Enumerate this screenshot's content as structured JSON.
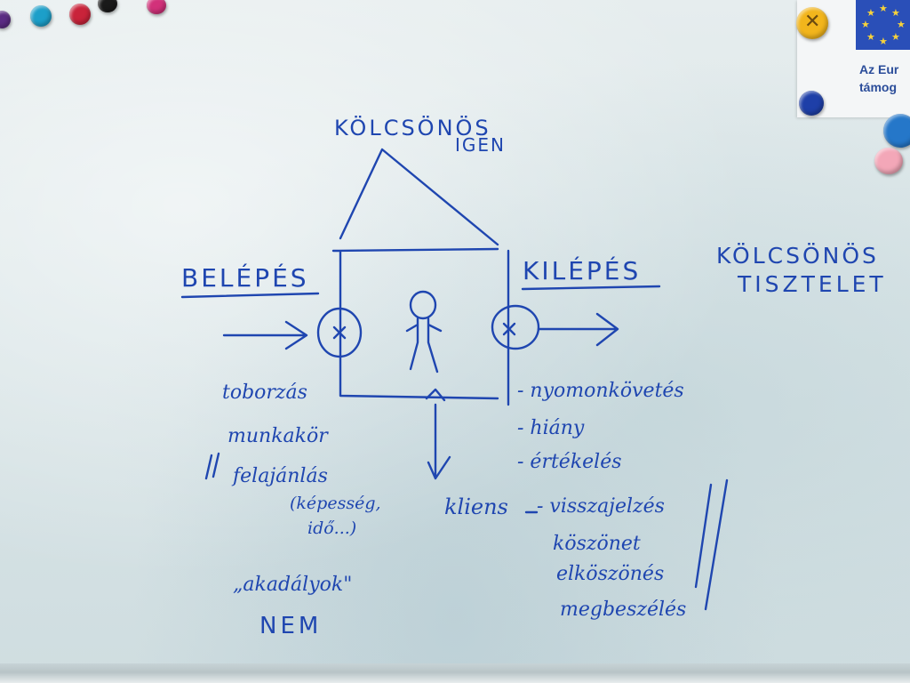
{
  "board": {
    "sign_text": "Az Eur\ntámog",
    "roof_label": "KÖLCSÖNÖS\nIGEN",
    "left_heading": "BELÉPÉS",
    "right_heading": "KILÉPÉS",
    "side_heading": "KÖLCSÖNÖS\nTISZTELET",
    "left_items": [
      "toborzás",
      "munkakör",
      "felajánlás",
      "(képesség,",
      "idő...)"
    ],
    "obstacles_label": "„akadályok\"",
    "nem_label": "NEM",
    "client_label": "kliens",
    "right_items": [
      "- nyomonkövetés",
      "- hiány",
      "- értékelés",
      "- visszajelzés",
      "köszönet",
      "elköszönés",
      "megbeszélés"
    ]
  },
  "colors": {
    "ink": "#1f46b0",
    "board": "#dbe6e8",
    "eu_blue": "#2a4fb8",
    "eu_star": "#f7d23a"
  },
  "magnets": [
    {
      "name": "purple-magnet",
      "color": "#5b2c83"
    },
    {
      "name": "teal-magnet",
      "color": "#1c9fc9"
    },
    {
      "name": "red-magnet",
      "color": "#c9233a"
    },
    {
      "name": "black-magnet",
      "color": "#1a1a1a"
    },
    {
      "name": "pink-magnet",
      "color": "#d2317a"
    },
    {
      "name": "yellow-magnet",
      "color": "#f2b51c"
    },
    {
      "name": "navy-magnet",
      "color": "#1e3fa8"
    },
    {
      "name": "blue-magnet",
      "color": "#2577c9"
    },
    {
      "name": "light-pink-magnet",
      "color": "#f3a7b8"
    }
  ]
}
